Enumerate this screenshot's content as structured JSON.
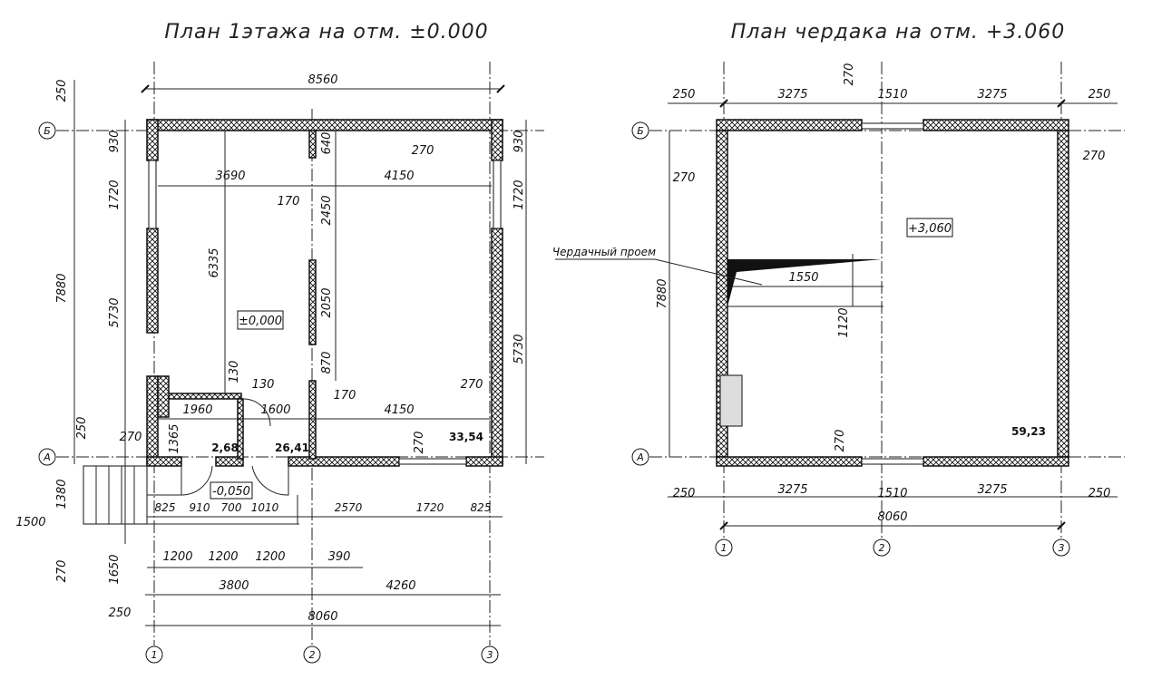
{
  "plan1": {
    "title": "План 1этажа на отм. ±0.000",
    "elevation": "±0,000",
    "porch_elevation": "-0,050",
    "room_areas": [
      "2,68",
      "26,41",
      "33,54"
    ],
    "overall_width_top": "8560",
    "overall_width_bottom": "8060",
    "overall_height": "7880",
    "axes_x": [
      "1",
      "2",
      "3"
    ],
    "axes_y": [
      "А",
      "Б"
    ],
    "top_dims": [
      "3690",
      "4150"
    ],
    "bottom_row1": [
      "825",
      "910",
      "700",
      "1010",
      "2570",
      "1720",
      "825"
    ],
    "bottom_row2": [
      "1200",
      "1200",
      "1200",
      "390"
    ],
    "bottom_row3": [
      "3800",
      "4260"
    ],
    "left_dims": [
      "250",
      "930",
      "1720",
      "5730",
      "1380",
      "270",
      "1650",
      "1500",
      "250"
    ],
    "right_dims": [
      "930",
      "1720",
      "5730"
    ],
    "interior_dims": [
      "6335",
      "640",
      "2450",
      "2050",
      "870",
      "170",
      "170",
      "130",
      "130",
      "1960",
      "1600",
      "4150",
      "1365",
      "270",
      "270",
      "270",
      "270",
      "250"
    ]
  },
  "plan2": {
    "title": "План чердака на отм. +3.060",
    "elevation": "+3,060",
    "room_area": "59,23",
    "hatch_label": "Чердачный проем",
    "overall_width": "8060",
    "overall_height": "7880",
    "axes_x": [
      "1",
      "2",
      "3"
    ],
    "axes_y": [
      "А",
      "Б"
    ],
    "top_dims": [
      "250",
      "3275",
      "1510",
      "3275",
      "250"
    ],
    "bottom_dims": [
      "250",
      "3275",
      "1510",
      "3275",
      "250"
    ],
    "interior_dims": [
      "270",
      "270",
      "270",
      "270",
      "1550",
      "1120"
    ]
  }
}
